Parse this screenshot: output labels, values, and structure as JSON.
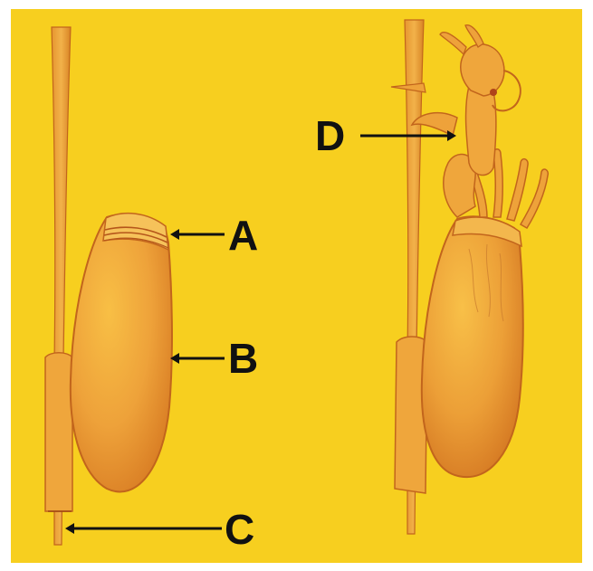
{
  "colors": {
    "background": "#f7cf1f",
    "ink": "#c2651c",
    "ink_dark": "#9e4612",
    "fill_light": "#eea23a",
    "label": "#111111",
    "frame": "#ffffff"
  },
  "labels": {
    "a": "A",
    "b": "B",
    "c": "C",
    "d": "D"
  }
}
